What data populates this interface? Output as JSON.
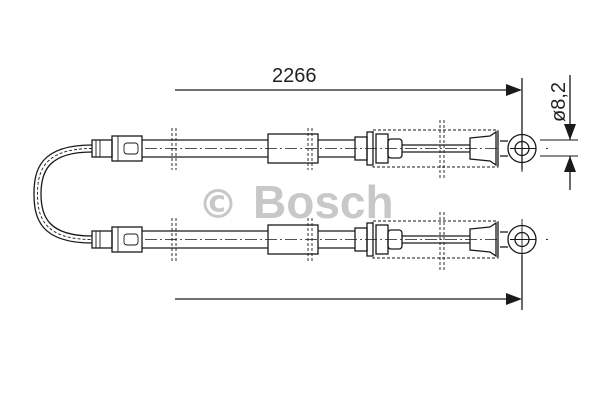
{
  "drawing": {
    "subject": "brake-cable",
    "dimensions": {
      "length_label": "2266",
      "diameter_label": "ø8,2"
    },
    "watermark": {
      "symbol": "©",
      "brand": "Bosch",
      "color": "#c8c8c8"
    },
    "line_color": "#1a1a1a",
    "background": "#ffffff"
  }
}
